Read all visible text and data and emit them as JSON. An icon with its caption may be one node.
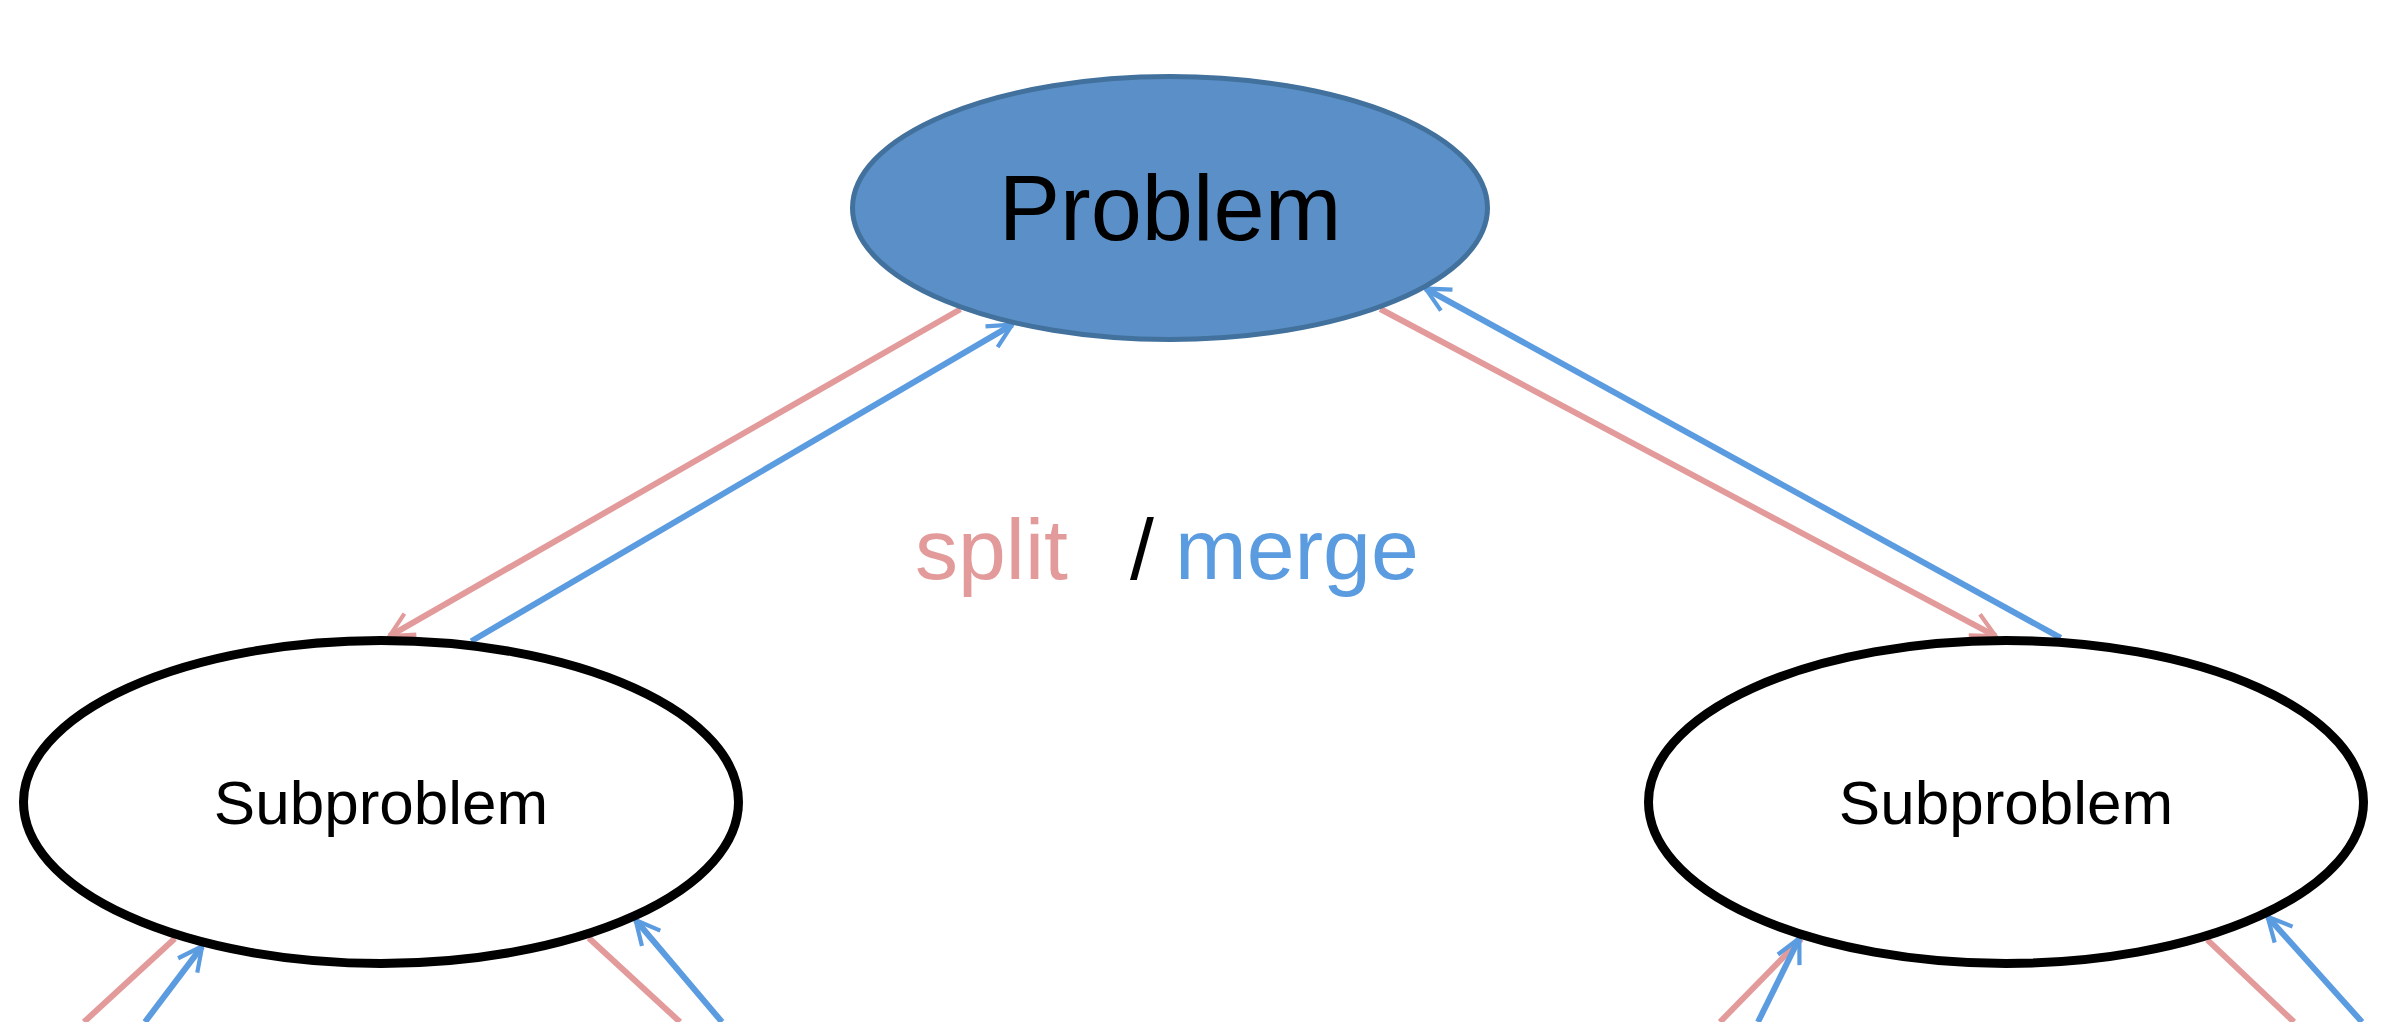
{
  "diagram": {
    "nodes": [
      {
        "text": [
          "Problem"
        ]
      },
      {
        "text": [
          "Subproblem"
        ]
      },
      {
        "text": [
          "Subproblem"
        ]
      }
    ],
    "edges": [
      {
        "from": 0,
        "to": 1,
        "arrow": "to",
        "color": "#e39a9a"
      },
      {
        "from": 1,
        "to": 0,
        "arrow": "to",
        "color": "#5b9be0"
      },
      {
        "from": 0,
        "to": 2,
        "arrow": "to",
        "color": "#e39a9a"
      },
      {
        "from": 2,
        "to": 0,
        "arrow": "to",
        "color": "#5b9be0"
      },
      {
        "from": 1,
        "to": null,
        "arrow": "none",
        "color": "#e39a9a"
      },
      {
        "from": null,
        "to": 1,
        "arrow": "to",
        "color": "#5b9be0"
      },
      {
        "from": 1,
        "to": null,
        "arrow": "none",
        "color": "#e39a9a"
      },
      {
        "from": null,
        "to": 1,
        "arrow": "to",
        "color": "#5b9be0"
      },
      {
        "from": 2,
        "to": null,
        "arrow": "none",
        "color": "#e39a9a"
      },
      {
        "from": null,
        "to": 2,
        "arrow": "to",
        "color": "#5b9be0"
      },
      {
        "from": 2,
        "to": null,
        "arrow": "none",
        "color": "#e39a9a"
      },
      {
        "from": null,
        "to": 2,
        "arrow": "to",
        "color": "#5b9be0"
      }
    ],
    "labels": [
      "split",
      "/",
      "merge"
    ]
  }
}
